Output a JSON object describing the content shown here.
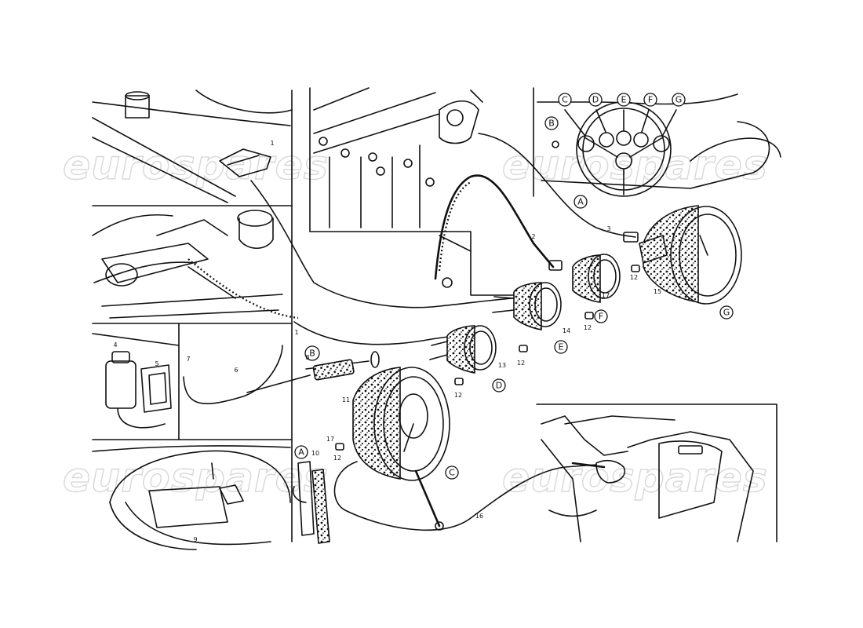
{
  "watermark": {
    "text": "eurospares"
  },
  "labels": {
    "A_top": "A",
    "A_bottom": "A",
    "B_top": "B",
    "B_mid": "B",
    "C_top": "C",
    "C_mid": "C",
    "D_top": "D",
    "D_mid": "D",
    "E_top": "E",
    "E_mid": "E",
    "F_top": "F",
    "F_mid": "F",
    "G_top": "G",
    "G_mid": "G"
  },
  "part_numbers": {
    "n1_top": "1",
    "n1_mid": "1",
    "n2": "2",
    "n3": "3",
    "n4": "4",
    "n5": "5",
    "n6": "6",
    "n7": "7",
    "n8": "8",
    "n9": "9",
    "n10": "10",
    "n11": "11",
    "n12_a": "12",
    "n12_b": "12",
    "n12_c": "12",
    "n12_d": "12",
    "n12_e": "12",
    "n13": "13",
    "n14": "14",
    "n15": "15",
    "n16": "16",
    "n17_a": "17",
    "n17_b": "17"
  }
}
